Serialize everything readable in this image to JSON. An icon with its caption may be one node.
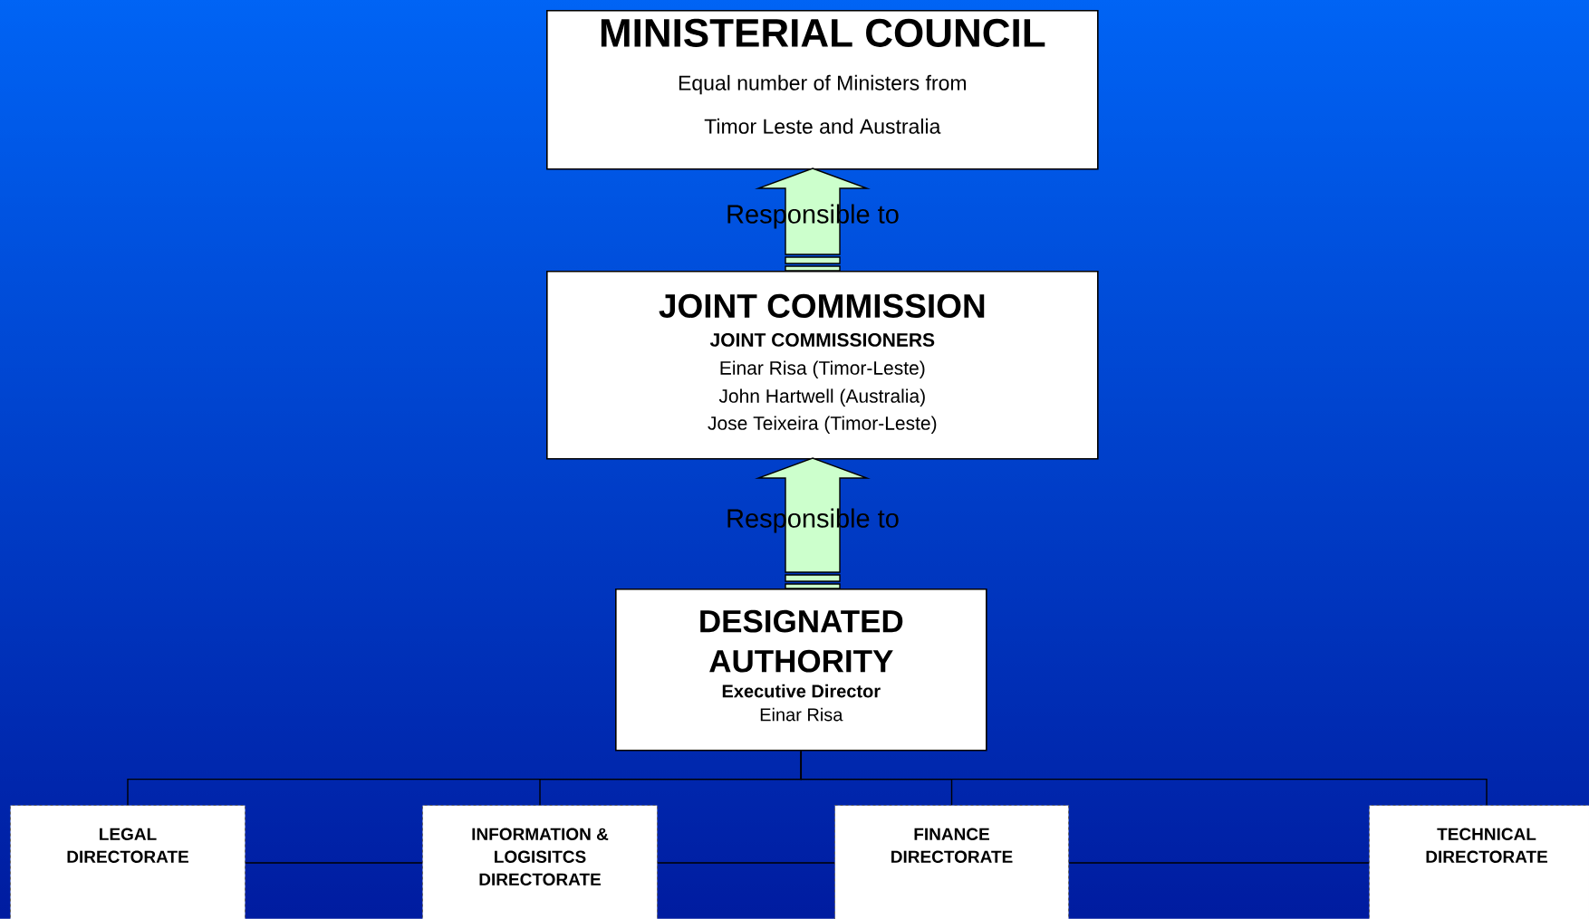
{
  "diagram": {
    "nodes": [
      {
        "text": [
          "MINISTERIAL COUNCIL",
          "Equal number of Ministers from",
          "Timor Leste and Australia"
        ]
      },
      {
        "text": [
          "JOINT COMMISSION",
          "JOINT COMMISSIONERS",
          "Einar Risa (Timor-Leste)",
          "John Hartwell (Australia)",
          "Jose Teixeira (Timor-Leste)"
        ]
      },
      {
        "text": [
          "DESIGNATED AUTHORITY",
          "Executive Director",
          "Einar Risa"
        ]
      },
      {
        "text": [
          "LEGAL DIRECTORATE"
        ]
      },
      {
        "text": [
          "INFORMATION & LOGISITCS DIRECTORATE"
        ]
      },
      {
        "text": [
          "FINANCE DIRECTORATE"
        ]
      },
      {
        "text": [
          "TECHNICAL DIRECTORATE"
        ]
      }
    ],
    "edges": [
      {
        "from": 1,
        "to": 0,
        "arrow": "to",
        "label": "Responsible to",
        "color": "#ccffcc"
      },
      {
        "from": 2,
        "to": 1,
        "arrow": "to",
        "label": "Responsible to",
        "color": "#ccffcc"
      },
      {
        "from": 2,
        "to": 3,
        "arrow": "none"
      },
      {
        "from": 2,
        "to": 4,
        "arrow": "none"
      },
      {
        "from": 2,
        "to": 5,
        "arrow": "none"
      },
      {
        "from": 2,
        "to": 6,
        "arrow": "none"
      },
      {
        "from": 3,
        "to": 4,
        "arrow": "none"
      },
      {
        "from": 4,
        "to": 5,
        "arrow": "none"
      },
      {
        "from": 5,
        "to": 6,
        "arrow": "none"
      }
    ]
  }
}
